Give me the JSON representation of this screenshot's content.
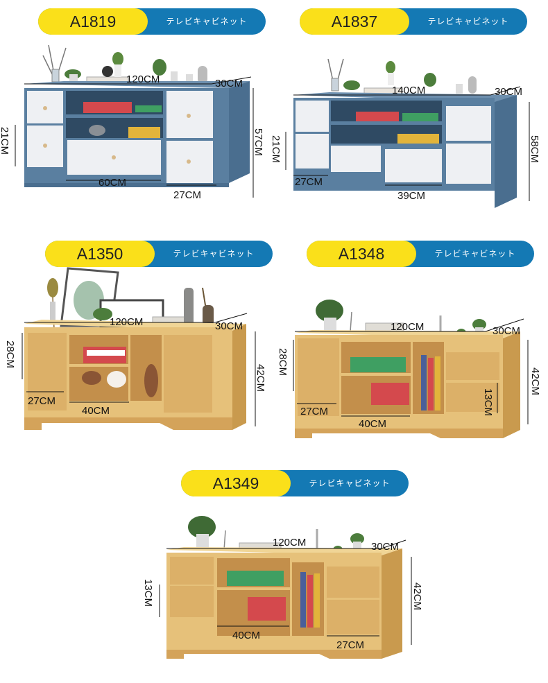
{
  "products": [
    {
      "code": "A1819",
      "label": "テレビキャビネット",
      "dims": {
        "width": "120CM",
        "depth": "30CM",
        "height": "57CM",
        "drawer_h": "21CM",
        "drawer_w": "60CM",
        "side_w": "27CM"
      }
    },
    {
      "code": "A1837",
      "label": "テレビキャビネット",
      "dims": {
        "width": "140CM",
        "depth": "30CM",
        "height": "58CM",
        "drawer_h": "21CM",
        "side_w": "27CM",
        "drawer_w": "39CM"
      }
    },
    {
      "code": "A1350",
      "label": "テレビキャビネット",
      "dims": {
        "width": "120CM",
        "depth": "30CM",
        "height": "42CM",
        "door_h": "28CM",
        "side_w": "27CM",
        "shelf_w": "40CM"
      }
    },
    {
      "code": "A1348",
      "label": "テレビキャビネット",
      "dims": {
        "width": "120CM",
        "depth": "30CM",
        "height": "42CM",
        "door_h": "28CM",
        "side_w": "27CM",
        "shelf_w": "40CM",
        "drawer_h": "13CM"
      }
    },
    {
      "code": "A1349",
      "label": "テレビキャビネット",
      "dims": {
        "width": "120CM",
        "depth": "30CM",
        "height": "42CM",
        "drawer_h": "13CM",
        "shelf_w": "40CM",
        "drawer_w": "27CM"
      }
    }
  ],
  "colors": {
    "yellow": "#fae01a",
    "blue_pill": "#1479b4",
    "blue_cabinet": "#5a7fa0",
    "white_panel": "#eef0f3",
    "wood": "#e6c17a",
    "wood_dark": "#c99a4e"
  }
}
